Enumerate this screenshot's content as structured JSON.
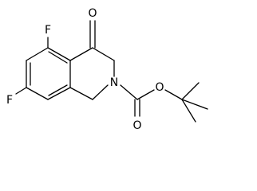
{
  "molecule": {
    "atoms": {
      "fluorine_top": "F",
      "fluorine_left": "F",
      "oxygen_ketone": "O",
      "nitrogen": "N",
      "oxygen_ester": "O",
      "oxygen_carbonyl": "O"
    },
    "colors": {
      "bond": "#000000",
      "label": "#000000",
      "background": "#ffffff"
    }
  }
}
